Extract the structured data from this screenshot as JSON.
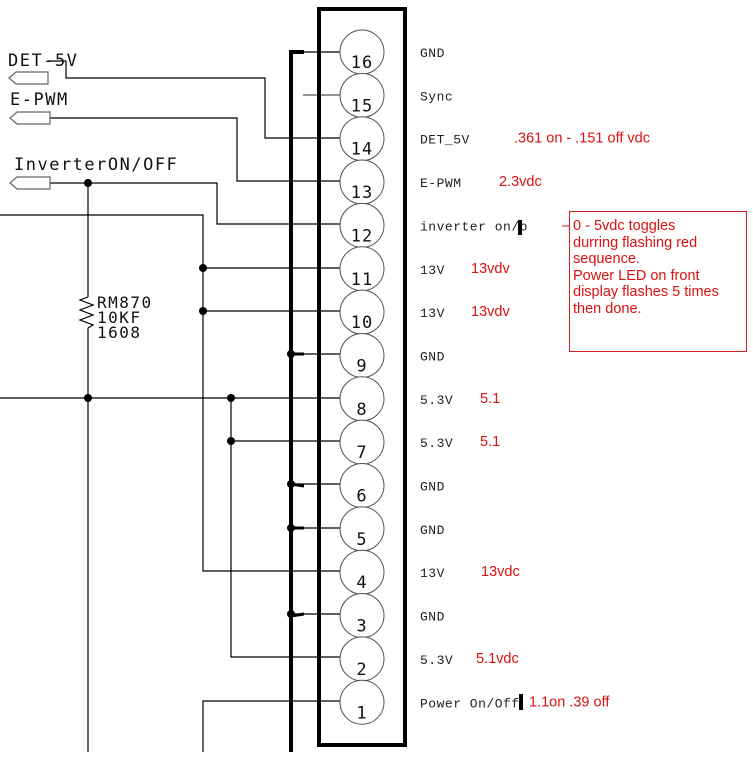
{
  "diagram": {
    "type": "connector-pinout-schematic",
    "connector": {
      "pin_count": 16,
      "pins": [
        {
          "number": "16",
          "signal": "GND",
          "measurement": "",
          "net": "ground"
        },
        {
          "number": "15",
          "signal": "Sync",
          "measurement": "",
          "net": "sync-stub"
        },
        {
          "number": "14",
          "signal": "DET_5V",
          "measurement": ".361 on - .151 off vdc",
          "net": "DET-5V"
        },
        {
          "number": "13",
          "signal": "E-PWM",
          "measurement": "2.3vdc",
          "net": "E-PWM"
        },
        {
          "number": "12",
          "signal": "inverter on/o",
          "measurement": "",
          "net": "InverterON/OFF"
        },
        {
          "number": "11",
          "signal": "13V",
          "measurement": "13vdv",
          "net": "13V"
        },
        {
          "number": "10",
          "signal": "13V",
          "measurement": "13vdv",
          "net": "13V"
        },
        {
          "number": "9",
          "signal": "GND",
          "measurement": "",
          "net": "ground"
        },
        {
          "number": "8",
          "signal": "5.3V",
          "measurement": "5.1",
          "net": "5.3V"
        },
        {
          "number": "7",
          "signal": "5.3V",
          "measurement": "5.1",
          "net": "5.3V"
        },
        {
          "number": "6",
          "signal": "GND",
          "measurement": "",
          "net": "ground"
        },
        {
          "number": "5",
          "signal": "GND",
          "measurement": "",
          "net": "ground"
        },
        {
          "number": "4",
          "signal": "13V",
          "measurement": "13vdc",
          "net": "13V"
        },
        {
          "number": "3",
          "signal": "GND",
          "measurement": "",
          "net": "ground"
        },
        {
          "number": "2",
          "signal": "5.3V",
          "measurement": "5.1vdc",
          "net": "5.3V"
        },
        {
          "number": "1",
          "signal": "Power On/Off",
          "measurement": "1.1on   .39 off",
          "net": "power-on-off"
        }
      ]
    },
    "ports": [
      {
        "label": "DET-5V"
      },
      {
        "label": "E-PWM"
      },
      {
        "label": "InverterON/OFF"
      }
    ],
    "resistor": {
      "lines": [
        "RM870",
        "10KF",
        "1608"
      ]
    },
    "annotation": {
      "lines": [
        "0 - 5vdc toggles",
        "durring flashing red",
        "sequence.",
        "Power LED on front",
        "display flashes 5 times",
        "then done."
      ]
    },
    "colors": {
      "wire": "#000000",
      "measurement": "#dd1111",
      "annotation_border": "#cc2222"
    }
  }
}
